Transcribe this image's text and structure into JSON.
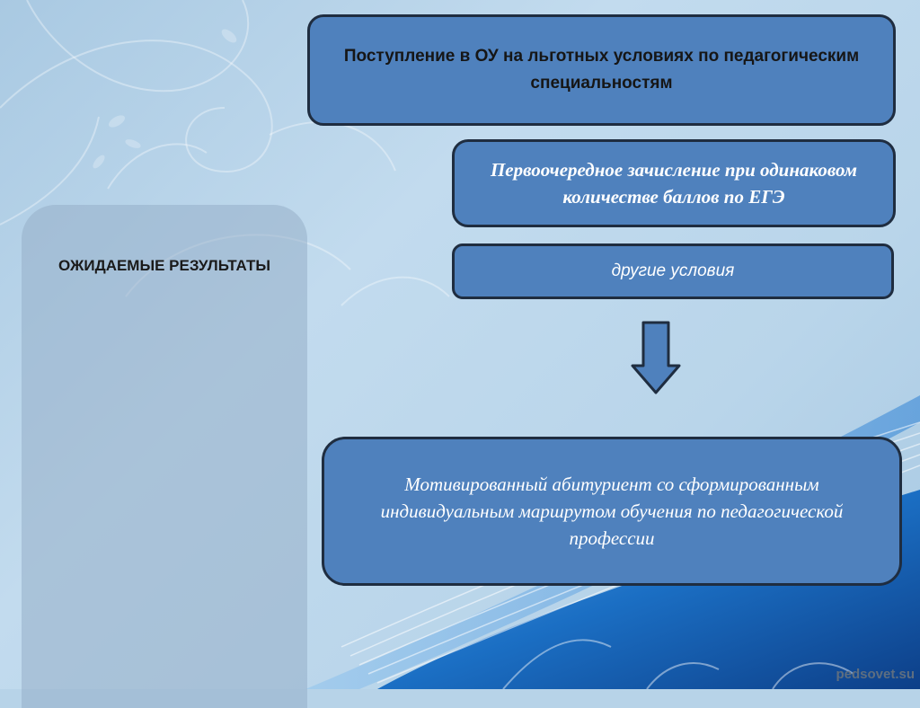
{
  "left_panel": {
    "title": "ОЖИДАЕМЫЕ РЕЗУЛЬТАТЫ"
  },
  "boxes": {
    "admission": "Поступление в ОУ на льготных условиях по педагогическим специальностям",
    "priority_enrollment": "Первоочередное зачисление при одинаковом количестве баллов по ЕГЭ",
    "other_conditions": "другие условия",
    "result": "Мотивированный абитуриент со сформированным индивидуальным маршрутом обучения по педагогической профессии"
  },
  "watermark": "pedsovet.su",
  "colors": {
    "box_fill": "#4f81bd",
    "box_border": "#1f2d40",
    "background": "#b7d3e8",
    "wave_blue": "#1565c0"
  }
}
